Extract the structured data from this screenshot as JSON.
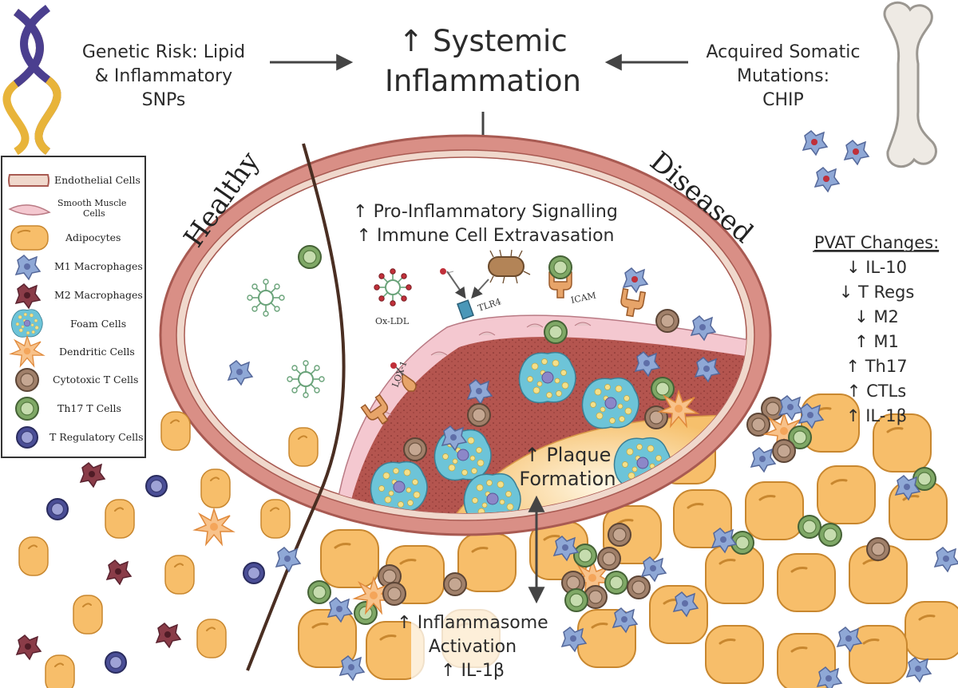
{
  "title": {
    "line1": "↑ Systemic",
    "line2": "Inflammation"
  },
  "genetic_risk": {
    "line1": "Genetic Risk: Lipid",
    "line2": "& Inflammatory",
    "line3": "SNPs"
  },
  "somatic": {
    "line1": "Acquired Somatic",
    "line2": "Mutations:",
    "line3": "CHIP"
  },
  "regions": {
    "healthy": "Healthy",
    "diseased": "Diseased"
  },
  "signalling": {
    "line1": "↑ Pro-Inflammatory Signalling",
    "line2": "↑ Immune Cell Extravasation"
  },
  "labels": {
    "oxldl": "Ox-LDL",
    "tlr4": "TLR4",
    "icam": "ICAM",
    "lox1": "LOX-1"
  },
  "plaque": {
    "line1": "↑ Plaque",
    "line2": "Formation"
  },
  "inflammasome": {
    "line1": "↑ Inflammasome",
    "line2": "Activation",
    "line3": "↑ IL-1β"
  },
  "pvat": {
    "title": "PVAT Changes:",
    "items": [
      "↓ IL-10",
      "↓ T Regs",
      "↓ M2",
      "↑ M1",
      "↑ Th17",
      "↑ CTLs",
      "↑ IL-1β"
    ]
  },
  "legend": {
    "items": [
      {
        "label": "Endothelial Cells",
        "icon": "endothelial-cell-icon"
      },
      {
        "label": "Smooth Muscle Cells",
        "line1": "Smooth Muscle",
        "line2": "Cells",
        "icon": "smooth-muscle-cell-icon"
      },
      {
        "label": "Adipocytes",
        "icon": "adipocyte-icon"
      },
      {
        "label": "M1 Macrophages",
        "icon": "m1-macrophage-icon"
      },
      {
        "label": "M2 Macrophages",
        "icon": "m2-macrophage-icon"
      },
      {
        "label": "Foam Cells",
        "icon": "foam-cell-icon"
      },
      {
        "label": "Dendritic Cells",
        "icon": "dendritic-cell-icon"
      },
      {
        "label": "Cytotoxic T Cells",
        "icon": "cytotoxic-t-cell-icon"
      },
      {
        "label": "Th17 T Cells",
        "icon": "th17-t-cell-icon"
      },
      {
        "label": "T Regulatory Cells",
        "icon": "t-regulatory-cell-icon"
      }
    ]
  },
  "colors": {
    "vessel_wall": "#d98f86",
    "vessel_outline": "#a85a52",
    "endothelial": "#f0d8cc",
    "smooth_muscle": "#f4c8d0",
    "adipocyte": "#f7be6a",
    "plaque_core": "#f7c472",
    "intima": "#b5524d",
    "m1_macrophage": "#8fa8d6",
    "m2_macrophage": "#8a3c48",
    "foam_cell": "#6dc4d8",
    "cytotoxic_t": "#a0806a",
    "th17_t": "#7fa866",
    "t_reg": "#4a4e96",
    "dna_purple": "#4b3f8f",
    "dna_gold": "#e8b43a",
    "text": "#2b2b2b"
  }
}
